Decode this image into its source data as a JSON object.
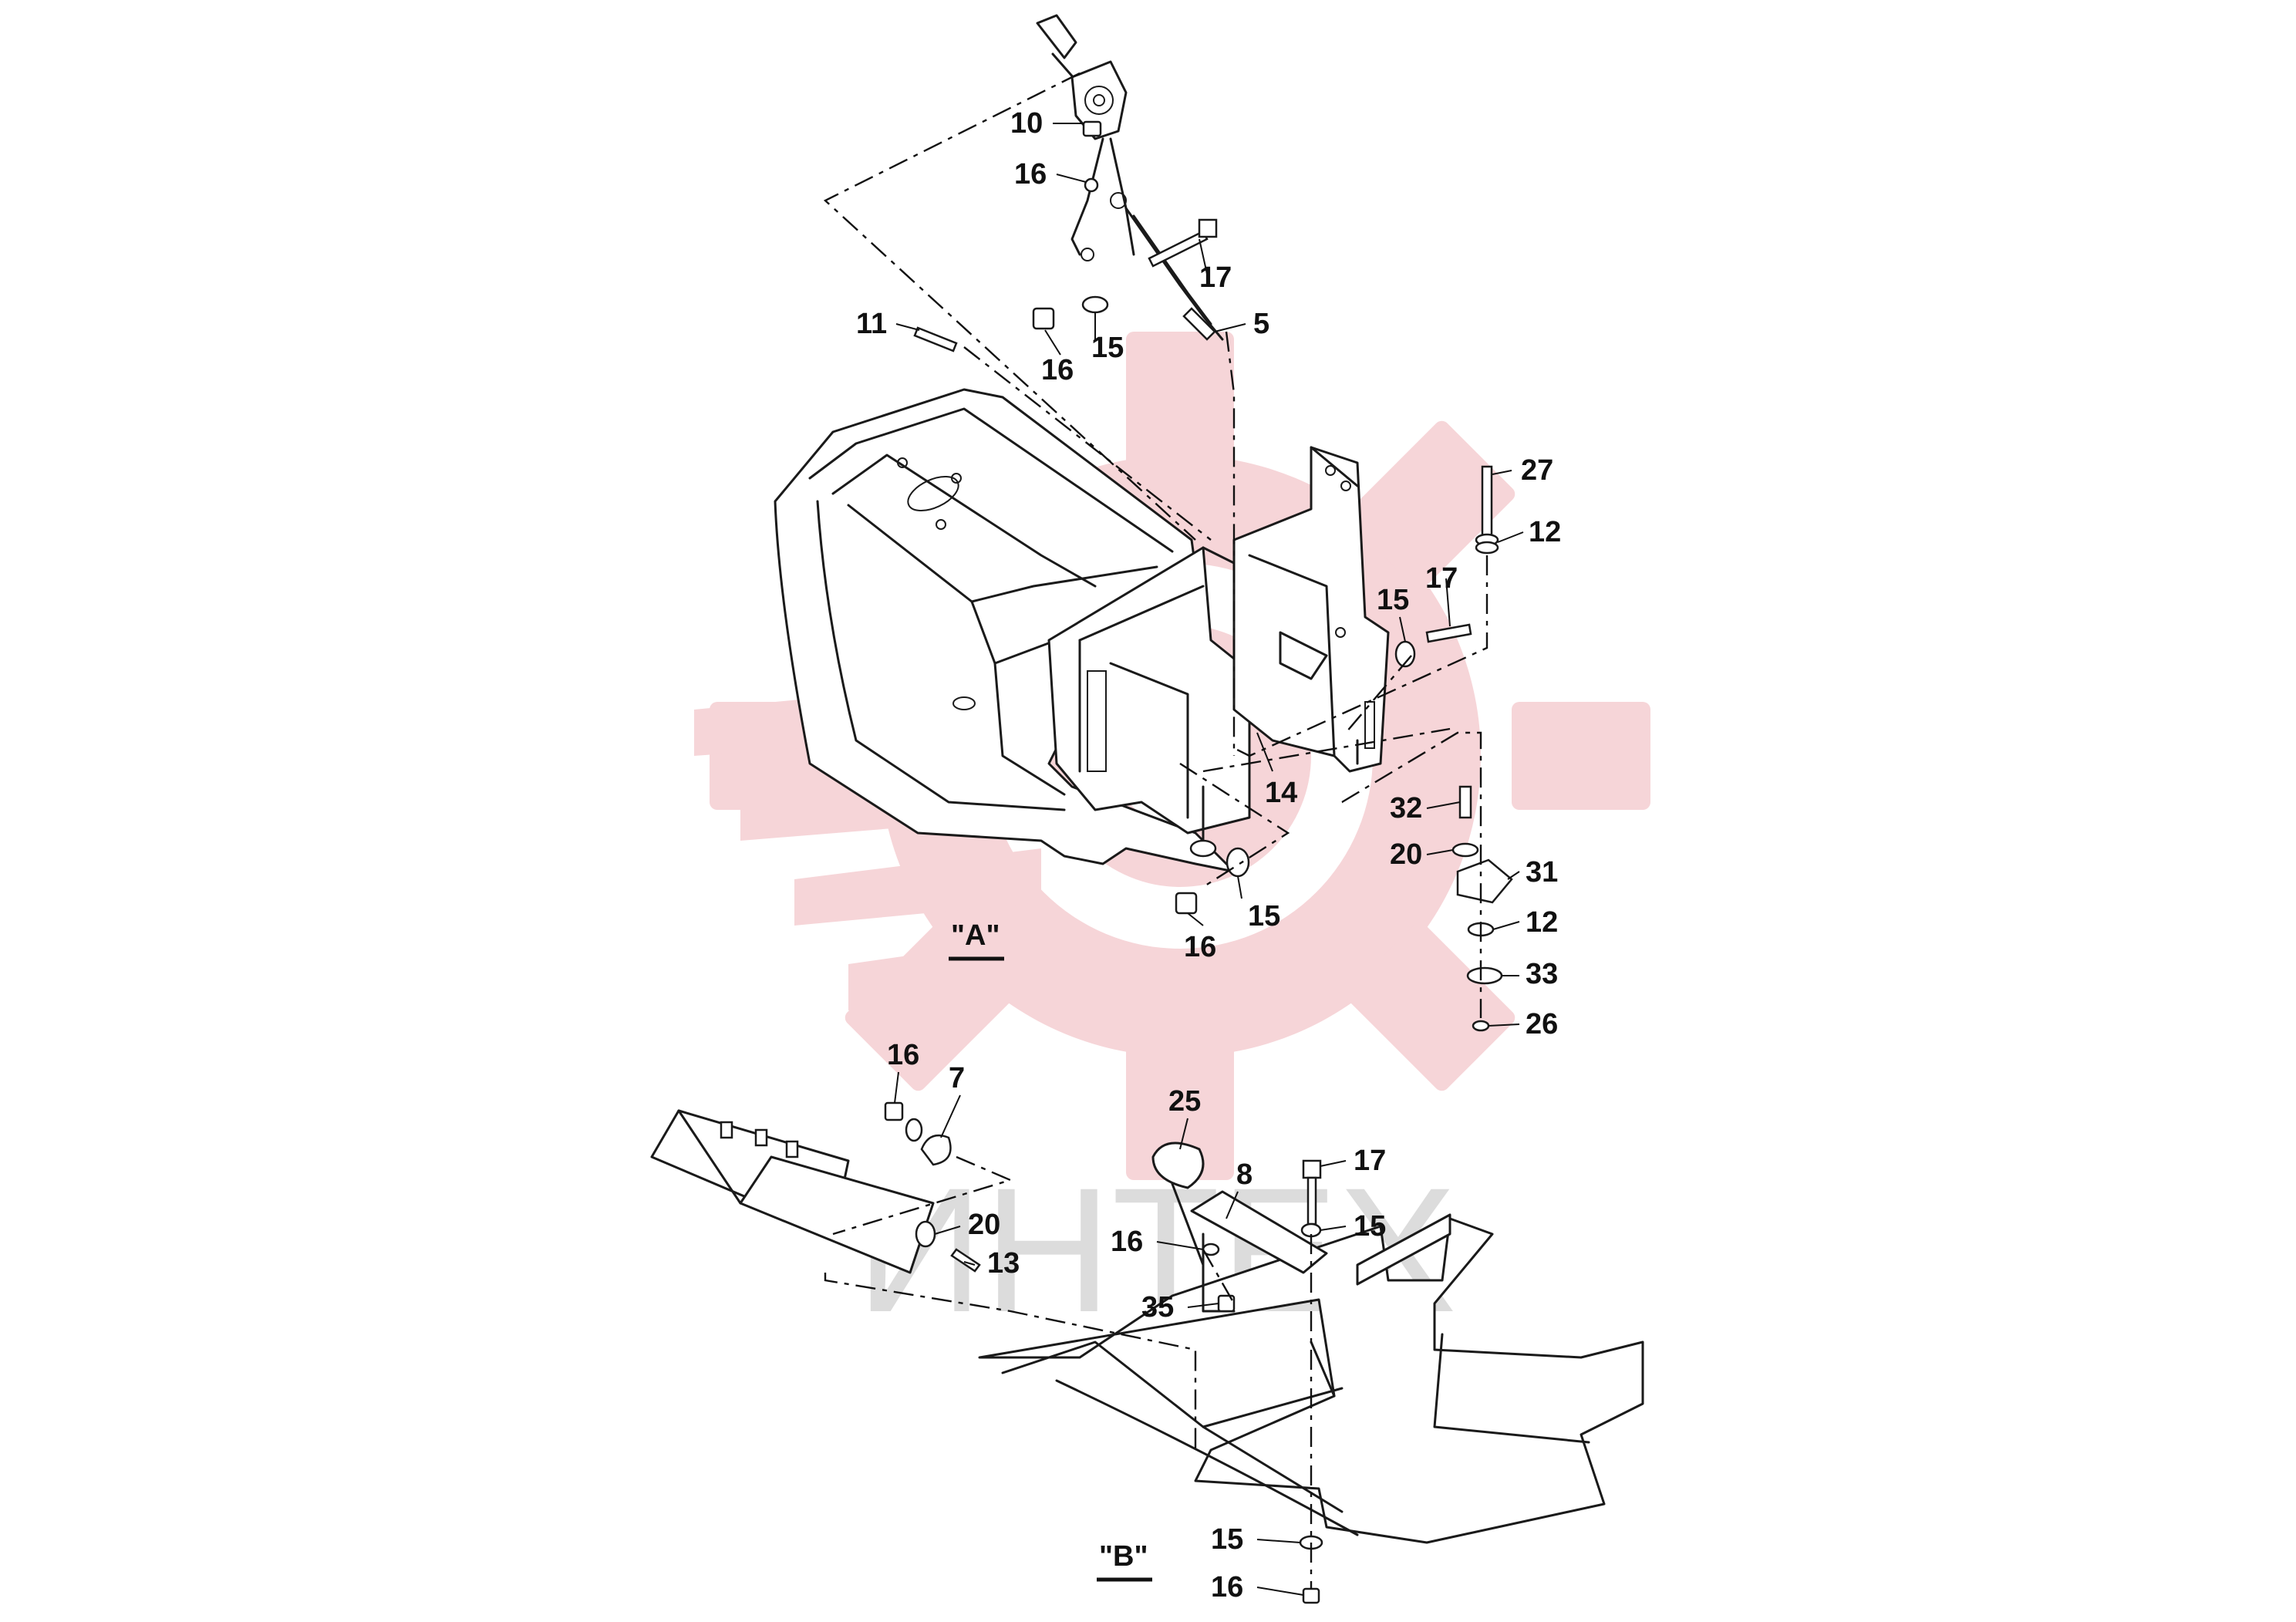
{
  "watermark": {
    "text": "ИНТЕХ",
    "gear_color": "#f6d5d8",
    "text_color": "#dcdcdc"
  },
  "views": [
    {
      "id": "A",
      "label": "\"A\""
    },
    {
      "id": "B",
      "label": "\"B\""
    }
  ],
  "callouts": [
    {
      "id": "c10",
      "text": "10"
    },
    {
      "id": "c16a",
      "text": "16"
    },
    {
      "id": "c17a",
      "text": "17"
    },
    {
      "id": "c11",
      "text": "11"
    },
    {
      "id": "c5",
      "text": "5"
    },
    {
      "id": "c15a",
      "text": "15"
    },
    {
      "id": "c16b",
      "text": "16"
    },
    {
      "id": "c27",
      "text": "27"
    },
    {
      "id": "c12a",
      "text": "12"
    },
    {
      "id": "c17b",
      "text": "17"
    },
    {
      "id": "c15b",
      "text": "15"
    },
    {
      "id": "c14",
      "text": "14"
    },
    {
      "id": "c32",
      "text": "32"
    },
    {
      "id": "c20a",
      "text": "20"
    },
    {
      "id": "c31",
      "text": "31"
    },
    {
      "id": "c15c",
      "text": "15"
    },
    {
      "id": "c12b",
      "text": "12"
    },
    {
      "id": "c16c",
      "text": "16"
    },
    {
      "id": "c33",
      "text": "33"
    },
    {
      "id": "c26",
      "text": "26"
    },
    {
      "id": "c16d",
      "text": "16"
    },
    {
      "id": "c7",
      "text": "7"
    },
    {
      "id": "c25",
      "text": "25"
    },
    {
      "id": "c17c",
      "text": "17"
    },
    {
      "id": "c8",
      "text": "8"
    },
    {
      "id": "c15d",
      "text": "15"
    },
    {
      "id": "c20b",
      "text": "20"
    },
    {
      "id": "c16e",
      "text": "16"
    },
    {
      "id": "c13",
      "text": "13"
    },
    {
      "id": "c35",
      "text": "35"
    },
    {
      "id": "c15e",
      "text": "15"
    },
    {
      "id": "c16f",
      "text": "16"
    }
  ]
}
